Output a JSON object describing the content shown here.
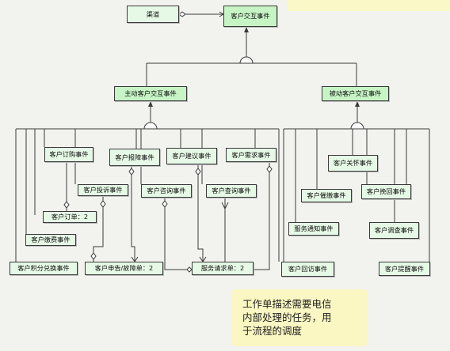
{
  "diagram": {
    "nodes": {
      "channel": "渠道",
      "customer_interaction": "客户交互事件",
      "active_interaction": "主动客户交互事件",
      "passive_interaction": "被动客户交互事件",
      "subscribe_event": "客户订购事件",
      "report_fault_event": "客户报障事件",
      "suggestion_event": "客户建议事件",
      "demand_event": "客户需求事件",
      "complaint_event": "客户投诉事件",
      "consult_event": "客户咨询事件",
      "query_event": "客户查询事件",
      "order_form": "客户订单：2",
      "payment_event": "客户缴费事件",
      "points_exchange_event": "客户积分兑换事件",
      "complaint_fault_form": "客户申告/故障单：2",
      "service_request_form": "服务请求单：2",
      "care_event": "客户关怀事件",
      "reminder_event": "客户催缴事件",
      "retention_event": "客户挽回事件",
      "service_notice_event": "服务通知事件",
      "survey_event": "客户调查事件",
      "callback_event": "客户回访事件",
      "alert_event": "客户提醒事件"
    }
  },
  "note": {
    "text": "工作单描述需要电信\n内部处理的任务，用\n于流程的调度"
  },
  "colors": {
    "box_fill": "#e6f9e6",
    "box_fill_strong": "#c6f4c4",
    "line": "#3a3a3a",
    "note": "#faf7c2"
  }
}
